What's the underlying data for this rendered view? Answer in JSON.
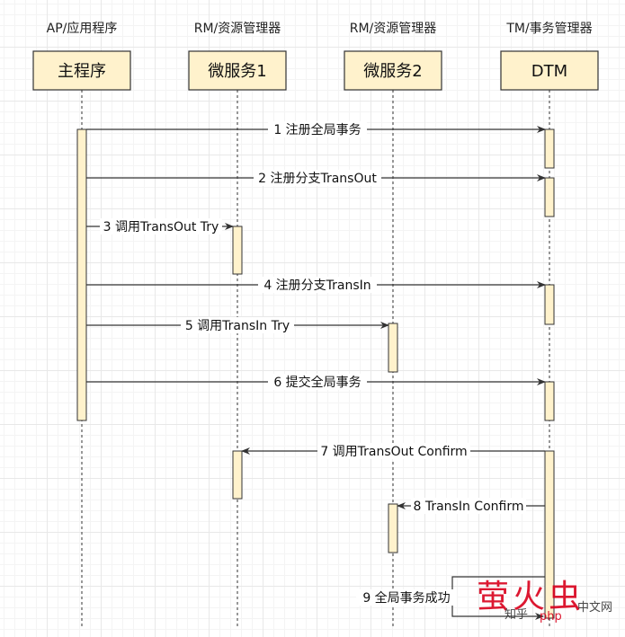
{
  "participants": [
    {
      "role": "AP/应用程序",
      "name": "主程序"
    },
    {
      "role": "RM/资源管理器",
      "name": "微服务1"
    },
    {
      "role": "RM/资源管理器",
      "name": "微服务2"
    },
    {
      "role": "TM/事务管理器",
      "name": "DTM"
    }
  ],
  "messages": [
    {
      "label": "1 注册全局事务",
      "from": "主程序",
      "to": "DTM"
    },
    {
      "label": "2 注册分支TransOut",
      "from": "主程序",
      "to": "DTM"
    },
    {
      "label": "3 调用TransOut Try",
      "from": "主程序",
      "to": "微服务1"
    },
    {
      "label": "4 注册分支TransIn",
      "from": "主程序",
      "to": "DTM"
    },
    {
      "label": "5 调用TransIn Try",
      "from": "主程序",
      "to": "微服务2"
    },
    {
      "label": "6 提交全局事务",
      "from": "主程序",
      "to": "DTM"
    },
    {
      "label": "7 调用TransOut Confirm",
      "from": "DTM",
      "to": "微服务1"
    },
    {
      "label": "8 TransIn Confirm",
      "from": "DTM",
      "to": "微服务2"
    },
    {
      "label": "9 全局事务成功",
      "from": "DTM",
      "to": "DTM"
    }
  ],
  "watermark": {
    "large": "萤火虫",
    "small_left": "知乎",
    "small_red": "php",
    "small_right": "中文网"
  },
  "colors": {
    "box_fill": "#fff2cc",
    "box_stroke": "#333333",
    "line": "#333333",
    "watermark_red": "#d9001b"
  }
}
